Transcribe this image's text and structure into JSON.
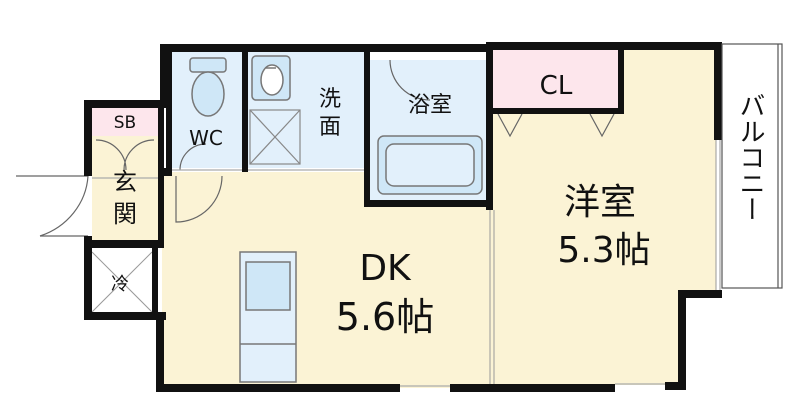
{
  "floorplan": {
    "colors": {
      "wall": "#111111",
      "floor_cream": "#fbf3d5",
      "wet_blue": "#e2f0fb",
      "storage_pink": "#fde6ec",
      "balcony_white": "#ffffff",
      "fixture_blue": "#cfe7f7"
    },
    "rooms": {
      "sb": {
        "label": "SB"
      },
      "entrance": {
        "label_line1": "玄",
        "label_line2": "関"
      },
      "wc": {
        "label": "WC"
      },
      "washroom": {
        "label_line1": "洗",
        "label_line2": "面"
      },
      "bath": {
        "label": "浴室"
      },
      "closet": {
        "label": "CL"
      },
      "western_room": {
        "label_line1": "洋室",
        "label_line2": "5.3帖"
      },
      "dk": {
        "label_line1": "DK",
        "label_line2": "5.6帖"
      },
      "fridge": {
        "label": "冷"
      },
      "balcony": {
        "label": "バルコニー"
      }
    }
  }
}
